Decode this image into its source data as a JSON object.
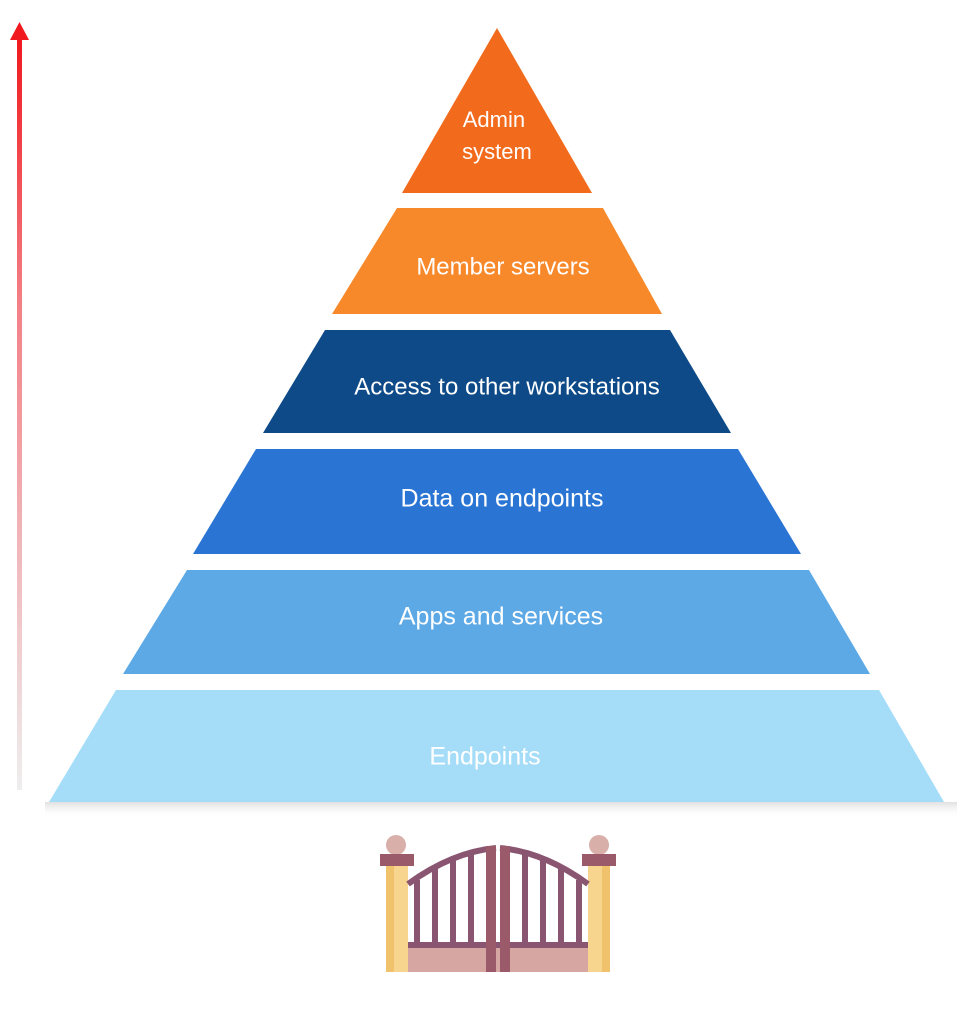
{
  "pyramid": {
    "tiers": [
      {
        "label_lines": [
          "Admin",
          "system"
        ],
        "color": "#F26A1B"
      },
      {
        "label_lines": [
          "Member servers"
        ],
        "color": "#F7892A"
      },
      {
        "label_lines": [
          "Access to other workstations"
        ],
        "color": "#0D4A87"
      },
      {
        "label_lines": [
          "Data on endpoints"
        ],
        "color": "#2A75D3"
      },
      {
        "label_lines": [
          "Apps and services"
        ],
        "color": "#5DA9E6"
      },
      {
        "label_lines": [
          "Endpoints"
        ],
        "color": "#A5DDF9"
      }
    ]
  },
  "arrow": {
    "color_top": "#F0191E",
    "color_bottom": "#EEEEEE"
  },
  "gate": {
    "icon": "gate-icon"
  }
}
